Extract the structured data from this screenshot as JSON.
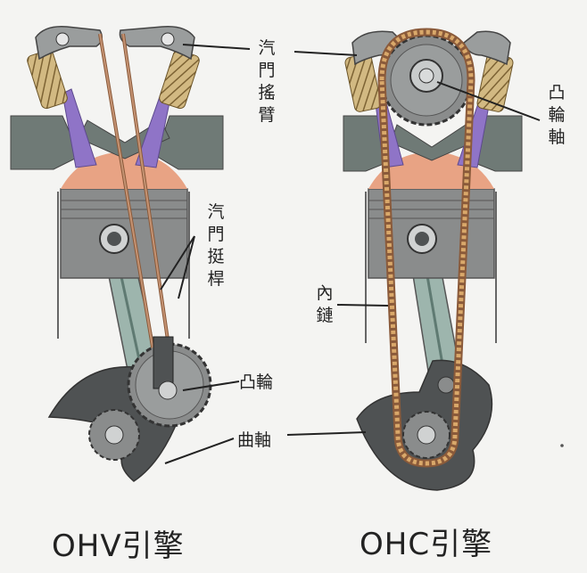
{
  "labels": {
    "rocker_arm": "汽門搖臂",
    "pushrod": "汽門挺桿",
    "camshaft_ohv": "凸輪",
    "crankshaft_ohv": "曲軸",
    "camshaft_ohc": "凸輪軸",
    "timing_chain": "內鏈"
  },
  "titles": {
    "ohv": "OHV引擎",
    "ohc": "OHC引擎"
  },
  "colors": {
    "head": "#6f7a76",
    "spring": "#b79a60",
    "valve": "#8f74c7",
    "piston_top": "#e8a384",
    "piston": "#8a8c8c",
    "crank": "#4f5253",
    "rod": "#9db5ad",
    "chain": "#c58c4b"
  }
}
